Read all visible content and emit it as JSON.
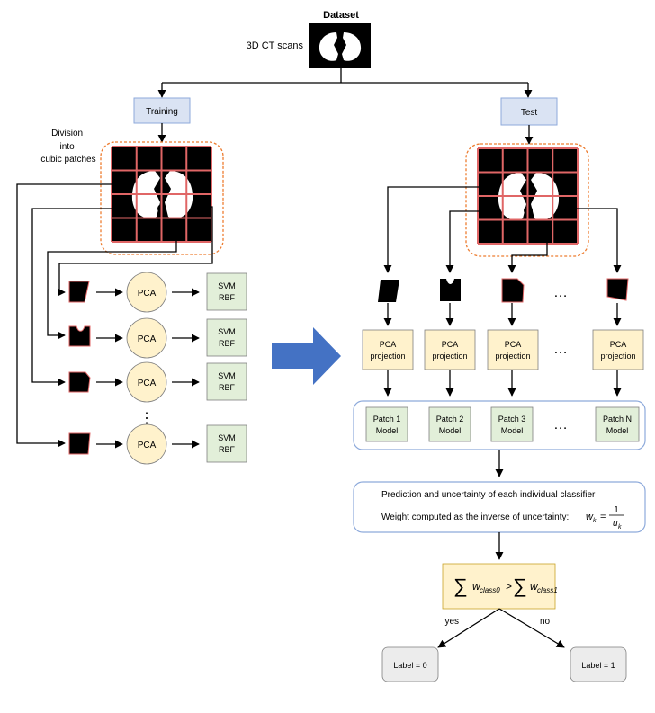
{
  "dataset": {
    "title": "Dataset",
    "scans_label": "3D CT scans"
  },
  "training": {
    "box_label": "Training",
    "division_lines": [
      "Division",
      "into",
      "cubic patches"
    ],
    "pca_label": "PCA",
    "svm_lines": [
      "SVM",
      "RBF"
    ],
    "vertical_dots": "⋮"
  },
  "test": {
    "box_label": "Test",
    "projection_lines": [
      "PCA",
      "projection"
    ],
    "patch_models": [
      {
        "lines": [
          "Patch 1",
          "Model"
        ]
      },
      {
        "lines": [
          "Patch 2",
          "Model"
        ]
      },
      {
        "lines": [
          "Patch 3",
          "Model"
        ]
      },
      {
        "lines": [
          "Patch N",
          "Model"
        ]
      }
    ],
    "ellipsis": "…"
  },
  "ensemble": {
    "line1": "Prediction and uncertainty of each individual classifier",
    "line2": "Weight computed as the inverse of uncertainty:",
    "formula": {
      "lhs": "w",
      "lhs_sub": "k",
      "eq": "=",
      "num": "1",
      "den": "u",
      "den_sub": "k"
    }
  },
  "decision": {
    "sum": "∑",
    "w": "w",
    "class0": "class0",
    "gt": ">",
    "class1": "class1",
    "yes": "yes",
    "no": "no"
  },
  "labels": {
    "label0": "Label = 0",
    "label1": "Label = 1"
  },
  "colors": {
    "blue_box": "#dae3f3",
    "yellow_box": "#fff2cc",
    "green_box": "#e2efd9",
    "grey_box": "#ececec",
    "orange_dash": "#ed7d31",
    "blue_arrow": "#4472c4",
    "panel_border": "#8eaadb",
    "patch_red": "#e06666"
  }
}
